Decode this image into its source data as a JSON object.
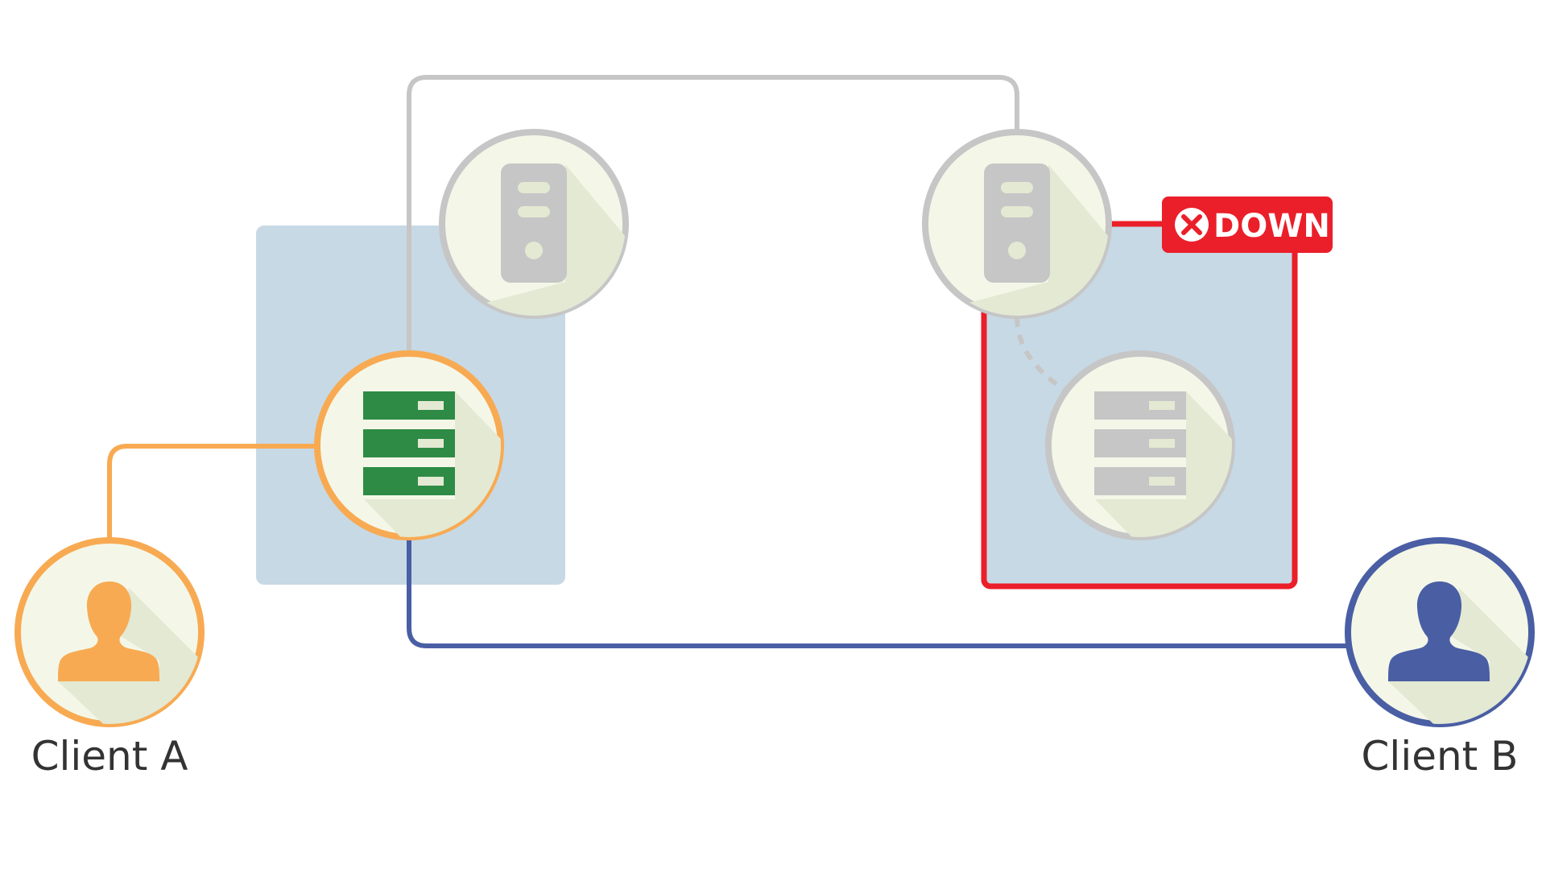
{
  "status_badge": {
    "label": "DOWN"
  },
  "clients": {
    "a": {
      "label": "Client A"
    },
    "b": {
      "label": "Client B"
    }
  },
  "colors": {
    "background": "#ffffff",
    "node_fill": "#f4f7e8",
    "node_shadow": "#e3e9d3",
    "idle_gray": "#c6c6c6",
    "client_a_orange": "#f8aa52",
    "client_b_blue": "#4a5ea4",
    "active_green": "#2e8b45",
    "down_red": "#ea1f2a",
    "zone_blue": "#c7d9e5",
    "label_text": "#333333"
  },
  "icons": {
    "client_a": "person-icon",
    "client_b": "person-icon",
    "primary_node": "server-rack-icon",
    "standby_node": "server-rack-icon",
    "server_left": "server-tower-icon",
    "server_right": "server-tower-icon",
    "badge": "x-circle-icon"
  },
  "states": {
    "right_zone": "down",
    "primary_node": "active",
    "standby_node": "inactive"
  }
}
